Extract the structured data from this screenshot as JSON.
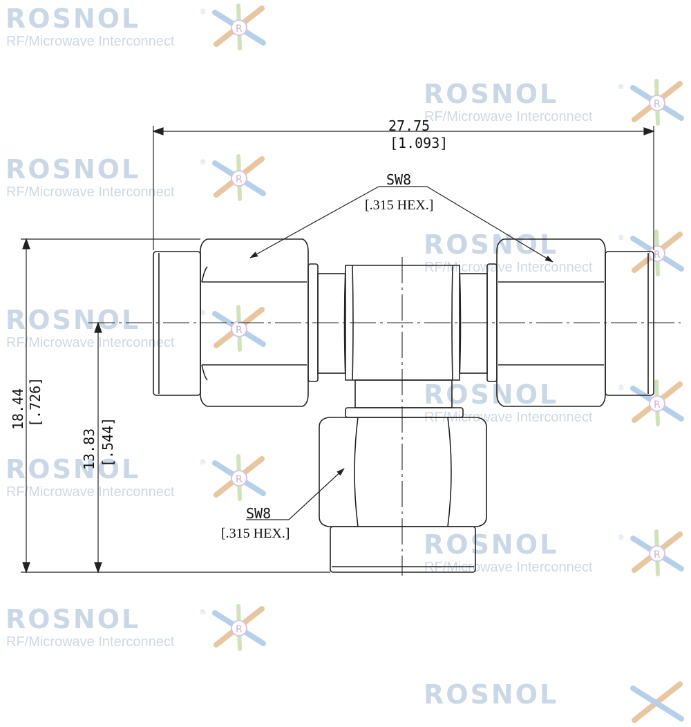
{
  "watermark": {
    "brand": "ROSNOL",
    "registered": "®",
    "tagline": "RF/Microwave Interconnect",
    "logo_letter": "R",
    "brand_color": "#c9d7e6"
  },
  "dimensions": {
    "overall_length_mm": "27.75",
    "overall_length_in": "[1.093]",
    "overall_height_mm": "18.44",
    "overall_height_in": "[.726]",
    "axis_height_mm": "13.83",
    "axis_height_in": "[.544]"
  },
  "callouts": {
    "top_hex_size": "SW8",
    "top_hex_in": "[.315 HEX.]",
    "bottom_hex_size": "SW8",
    "bottom_hex_in": "[.315 HEX.]"
  },
  "colors": {
    "line": "#222222",
    "watermark": "#c9d7e6"
  }
}
